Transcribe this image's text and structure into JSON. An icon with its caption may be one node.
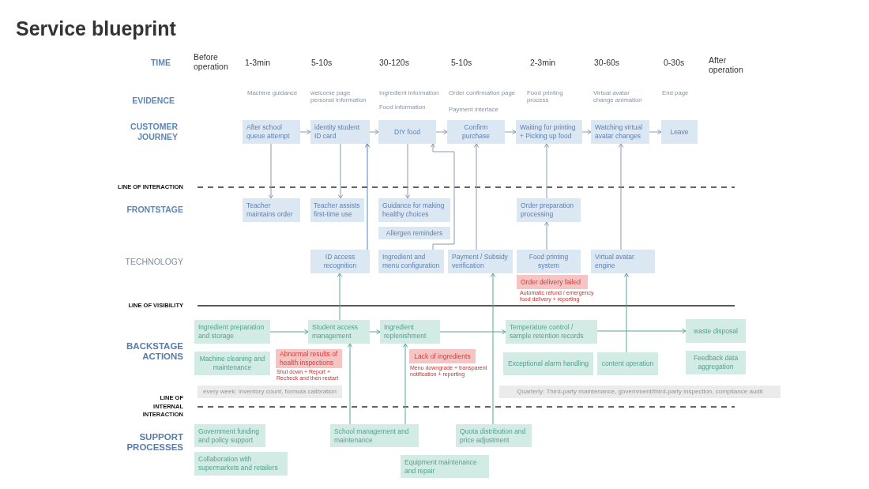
{
  "diagram": {
    "title": "Service blueprint",
    "nodes": [
      {
        "text": [
          "After school queue attempt"
        ]
      },
      {
        "text": [
          "identity student ID card"
        ]
      },
      {
        "text": [
          "DIY food"
        ]
      },
      {
        "text": [
          "Confirm purchase"
        ]
      },
      {
        "text": [
          "Waiting for printing + Picking up food"
        ]
      },
      {
        "text": [
          "Watching virtual avatar changes"
        ]
      },
      {
        "text": [
          "Leave"
        ]
      },
      {
        "text": [
          "Teacher maintains order"
        ]
      },
      {
        "text": [
          "Teacher assists first-time use"
        ]
      },
      {
        "text": [
          "Guidance for making healthy choices"
        ]
      },
      {
        "text": [
          "Allergen reminders"
        ]
      },
      {
        "text": [
          "Order preparation processing"
        ]
      },
      {
        "text": [
          "ID access recognition"
        ]
      },
      {
        "text": [
          "Ingredient and menu configuration"
        ]
      },
      {
        "text": [
          "Payment / Subsidy verification"
        ]
      },
      {
        "text": [
          "Food printing system"
        ]
      },
      {
        "text": [
          "Virtual avatar engine"
        ]
      },
      {
        "text": [
          "Order delivery failed"
        ],
        "beside": [
          "Automatic refund / emergency food delivery + reporting"
        ]
      },
      {
        "text": [
          "Ingredient preparation and storage"
        ]
      },
      {
        "text": [
          "Student access management"
        ]
      },
      {
        "text": [
          "Ingredient replenishment"
        ]
      },
      {
        "text": [
          "Temperature control / sample retention records"
        ]
      },
      {
        "text": [
          "waste disposal"
        ]
      },
      {
        "text": [
          "Machine cleaning and maintenance"
        ]
      },
      {
        "text": [
          "Abnormal results of health inspections"
        ],
        "beside": [
          "Shut down + Report + Recheck and then restart"
        ]
      },
      {
        "text": [
          "Lack of ingredients"
        ],
        "beside": [
          "Menu downgrade + transparent notification + reporting"
        ]
      },
      {
        "text": [
          "Exceptional alarm handling"
        ]
      },
      {
        "text": [
          "content operation"
        ]
      },
      {
        "text": [
          "Feedback data aggregation"
        ]
      },
      {
        "text": [
          "every week: inventory count, formula calibration"
        ]
      },
      {
        "text": [
          "Quarterly: Third-party maintenance, government/third-party inspection, compliance audit"
        ]
      },
      {
        "text": [
          "Government funding and policy support"
        ]
      },
      {
        "text": [
          "School management and maintenance"
        ]
      },
      {
        "text": [
          "Quota distribution and price adjustment"
        ]
      },
      {
        "text": [
          "Collaboration with supermarkets and retailers"
        ]
      },
      {
        "text": [
          "Equipment maintenance and repair"
        ]
      }
    ],
    "edges": [
      {
        "from": 0,
        "to": 1,
        "arrow": "to"
      },
      {
        "from": 1,
        "to": 2,
        "arrow": "to"
      },
      {
        "from": 2,
        "to": 3,
        "arrow": "to"
      },
      {
        "from": 3,
        "to": 4,
        "arrow": "to"
      },
      {
        "from": 4,
        "to": 5,
        "arrow": "to"
      },
      {
        "from": 5,
        "to": 6,
        "arrow": "to"
      },
      {
        "from": 0,
        "to": 7,
        "arrow": "to"
      },
      {
        "from": 1,
        "to": 8,
        "arrow": "to"
      },
      {
        "from": 12,
        "to": 1,
        "arrow": "to",
        "color": "#4f86bd"
      },
      {
        "from": 2,
        "to": 9,
        "arrow": "to"
      },
      {
        "from": 13,
        "to": 2,
        "arrow": "to"
      },
      {
        "from": 14,
        "to": 3,
        "arrow": "to"
      },
      {
        "from": 11,
        "to": 4,
        "arrow": "to"
      },
      {
        "from": 15,
        "to": 11,
        "arrow": "to"
      },
      {
        "from": 16,
        "to": 5,
        "arrow": "to"
      },
      {
        "from": 18,
        "to": 19,
        "arrow": "to",
        "color": "#5aa596"
      },
      {
        "from": 19,
        "to": 20,
        "arrow": "to",
        "color": "#5aa596"
      },
      {
        "from": 20,
        "to": 21,
        "arrow": "to",
        "color": "#5aa596"
      },
      {
        "from": 21,
        "to": 22,
        "arrow": "to",
        "color": "#5aa596"
      },
      {
        "from": 19,
        "to": 12,
        "arrow": "to",
        "color": "#5aa596"
      },
      {
        "from": 32,
        "to": 19,
        "arrow": "to",
        "color": "#5aa596"
      },
      {
        "from": 32,
        "to": 20,
        "arrow": "to",
        "color": "#5aa596"
      },
      {
        "from": 33,
        "to": 14,
        "arrow": "to",
        "color": "#5aa596"
      },
      {
        "from": 27,
        "to": 16,
        "arrow": "to",
        "color": "#5aa596"
      }
    ],
    "labels": [
      "TIME",
      "Before operation",
      "1-3min",
      "5-10s",
      "30-120s",
      "5-10s",
      "2-3min",
      "30-60s",
      "0-30s",
      "After operation",
      "EVIDENCE",
      "Machine guidance",
      "welcome page personal information",
      "Ingredient information",
      "Order confirmation page",
      "Food printing process",
      "Virtual avatar change animation",
      "End page",
      "Food information",
      "Payment interface",
      "CUSTOMER JOURNEY",
      "LINE OF INTERACTION",
      "FRONTSTAGE",
      "TECHNOLOGY",
      "LINE OF VISIBILITY",
      "BACKSTAGE ACTIONS",
      "LINE OF INTERNAL INTERACTION",
      "SUPPORT PROCESSES"
    ]
  }
}
